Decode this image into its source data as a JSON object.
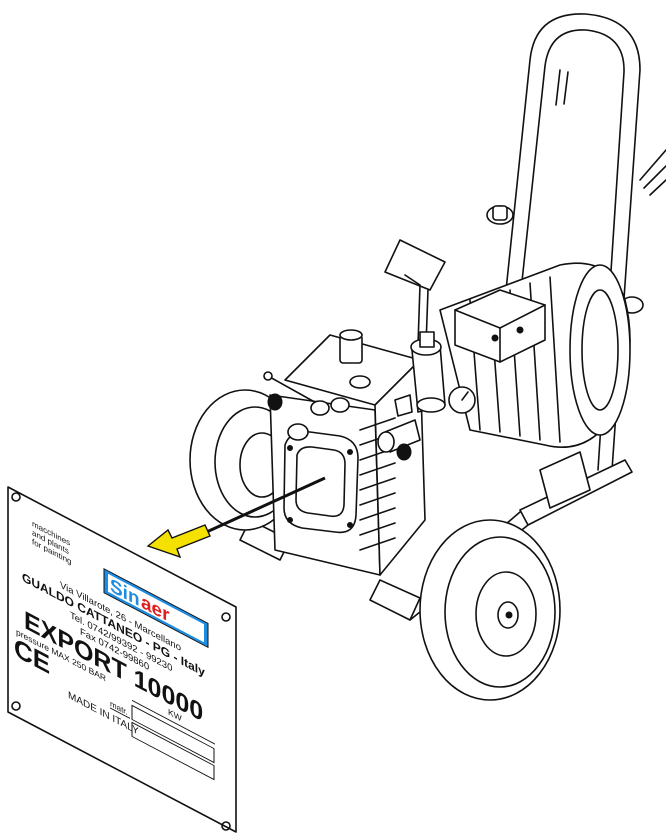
{
  "plate": {
    "tagline_line1": "macchines",
    "tagline_line2": "and plants",
    "tagline_line3": "for painting",
    "brand": "Sinaer",
    "address": "Via Villarote, 26 - Marcellano",
    "city": "GUALDO CATTANEO - PG - Italy",
    "tel": "Tel. 0742/99392 - 99230",
    "fax": "Fax 0742-99860",
    "model": "EXPORT 10000",
    "pressure": "pressure MAX 250 BAR",
    "kw_label": "KW",
    "ce_mark": "CE",
    "matr_label": "matr.",
    "origin": "MADE IN ITALY"
  },
  "colors": {
    "arrow": "#F5E100",
    "brand_blue": "#1E8CE0",
    "brand_red": "#E02020",
    "ink": "#111111"
  }
}
